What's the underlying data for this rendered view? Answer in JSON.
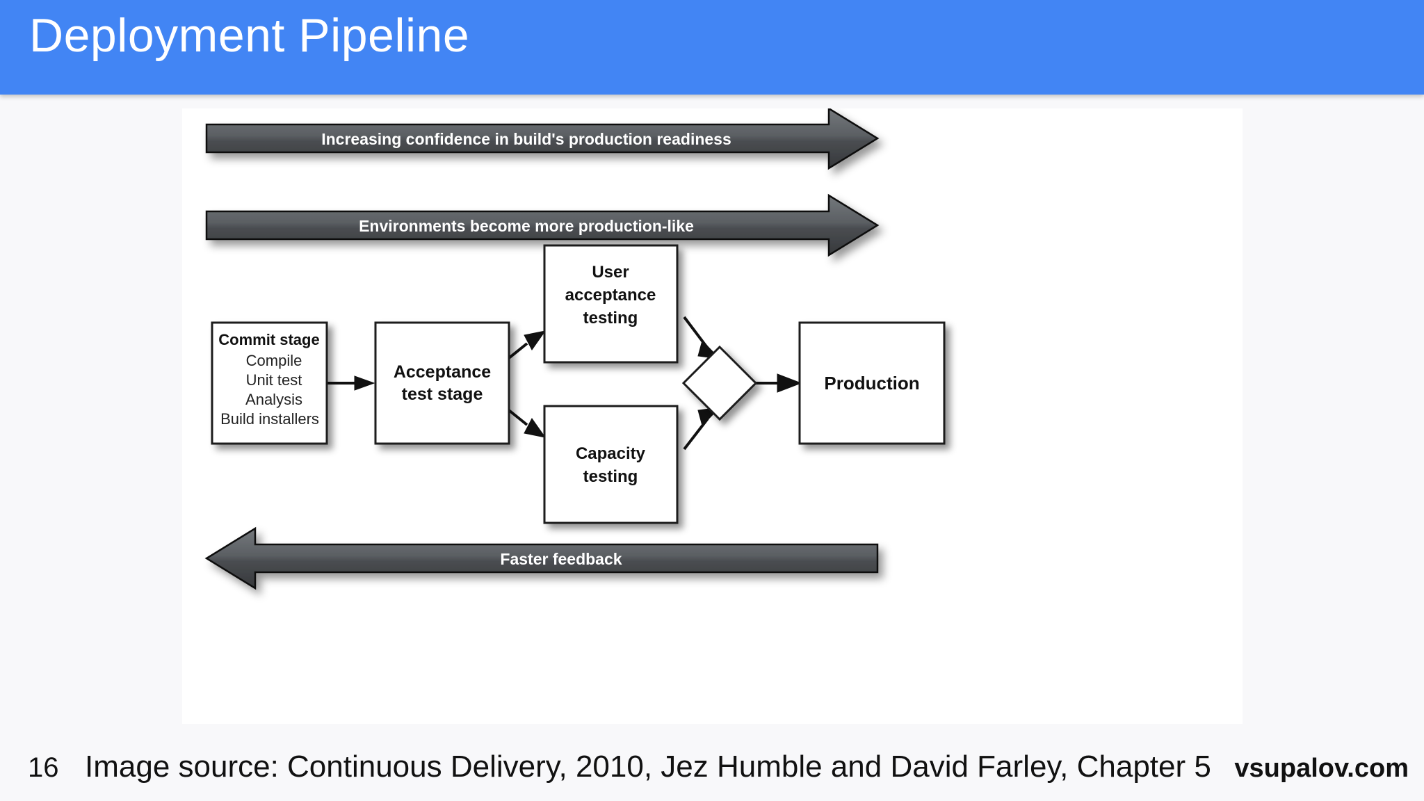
{
  "header": {
    "title": "Deployment Pipeline",
    "background_color": "#4285f4",
    "title_color": "#ffffff"
  },
  "diagram": {
    "background_color": "#ffffff",
    "banner_arrows": [
      {
        "label": "Increasing confidence in build's production readiness",
        "direction": "right"
      },
      {
        "label": "Environments become more production-like",
        "direction": "right"
      },
      {
        "label": "Faster feedback",
        "direction": "left"
      }
    ],
    "nodes": [
      {
        "id": "commit-stage",
        "shape": "rectangle",
        "title": "Commit stage",
        "items": [
          "Compile",
          "Unit test",
          "Analysis",
          "Build installers"
        ]
      },
      {
        "id": "acceptance-test-stage",
        "shape": "rectangle",
        "lines": [
          "Acceptance",
          "test stage"
        ]
      },
      {
        "id": "user-acceptance-testing",
        "shape": "rectangle",
        "lines": [
          "User",
          "acceptance",
          "testing"
        ]
      },
      {
        "id": "capacity-testing",
        "shape": "rectangle",
        "lines": [
          "Capacity",
          "testing"
        ]
      },
      {
        "id": "merge-gate",
        "shape": "diamond",
        "lines": []
      },
      {
        "id": "production",
        "shape": "rectangle",
        "lines": [
          "Production"
        ]
      }
    ],
    "edges": [
      {
        "from": "commit-stage",
        "to": "acceptance-test-stage"
      },
      {
        "from": "acceptance-test-stage",
        "to": "user-acceptance-testing"
      },
      {
        "from": "acceptance-test-stage",
        "to": "capacity-testing"
      },
      {
        "from": "user-acceptance-testing",
        "to": "merge-gate"
      },
      {
        "from": "capacity-testing",
        "to": "merge-gate"
      },
      {
        "from": "merge-gate",
        "to": "production"
      }
    ],
    "colors": {
      "node_fill": "#ffffff",
      "node_stroke": "#1a1a1a",
      "banner_fill_top": "#5f6367",
      "banner_fill_bottom": "#3a3c3f",
      "banner_text": "#ffffff"
    }
  },
  "footer": {
    "page_number": "16",
    "source_caption": "Image source: Continuous Delivery, 2010, Jez Humble and David Farley, Chapter 5",
    "watermark": "vsupalov.com"
  }
}
